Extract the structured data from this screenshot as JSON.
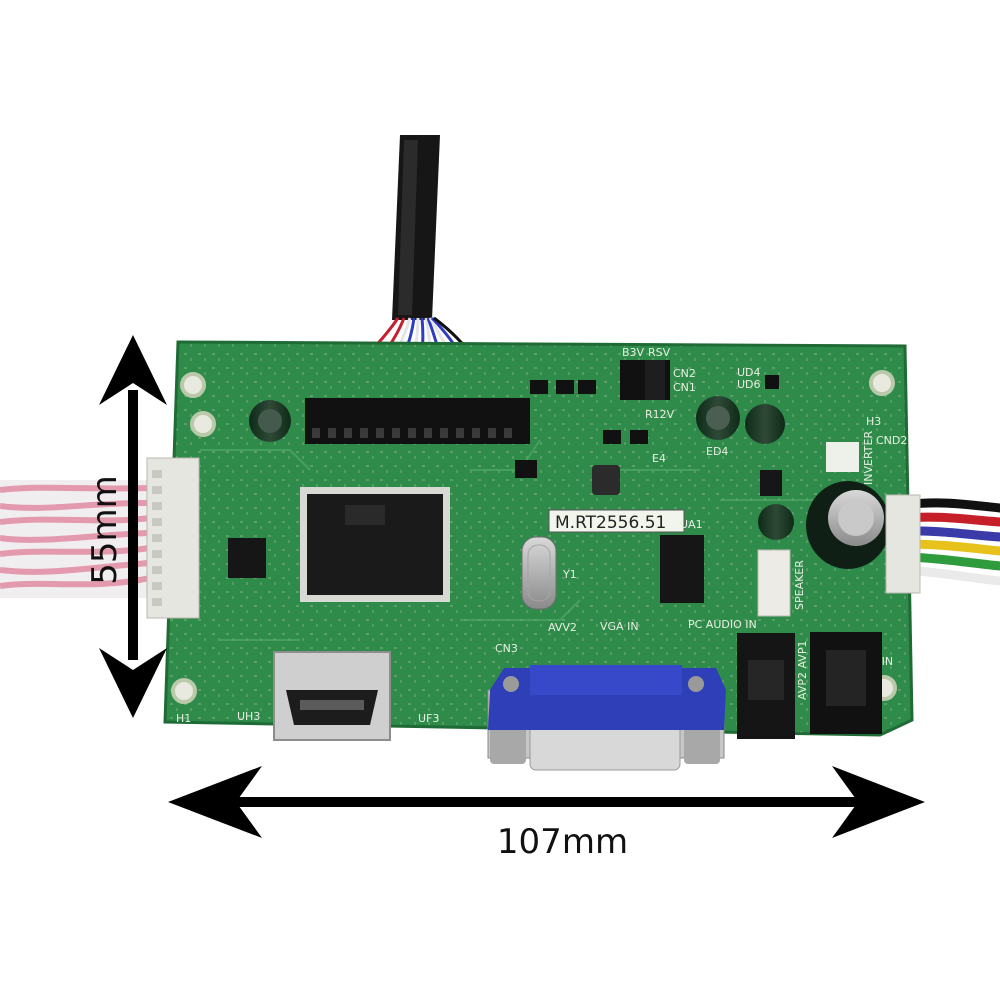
{
  "dimensions": {
    "width_label": "107mm",
    "height_label": "55mm"
  },
  "board": {
    "model": "M.RT2556.51",
    "silkscreen": {
      "vga_in": "VGA IN",
      "pc_audio_in": "PC AUDIO IN",
      "dc_in": "DC IN",
      "speaker": "SPEAKER",
      "inverter": "INVERTER",
      "cn3": "CN3",
      "cnd2": "CND2",
      "h1": "H1",
      "h3": "H3",
      "y1": "Y1",
      "ua1": "UA1",
      "ed4": "ED4",
      "e4": "E4",
      "uh3": "UH3",
      "uf3": "UF3",
      "avv2": "AVV2",
      "v3v": "B3V",
      "rsv": "RSV",
      "r12v": "R12V",
      "cn2": "CN2",
      "cn1": "CN1",
      "ud4": "UD4",
      "ud6": "UD6",
      "avp2": "AVP2 AVP1"
    }
  },
  "colors": {
    "pcb": "#2e8b4a",
    "pcb_dark": "#1f6b36",
    "vga_blue": "#2f3fb8",
    "arrow": "#000000",
    "ribbon_pink": "#e9a8b8",
    "ribbon_white": "#f1eef0"
  }
}
